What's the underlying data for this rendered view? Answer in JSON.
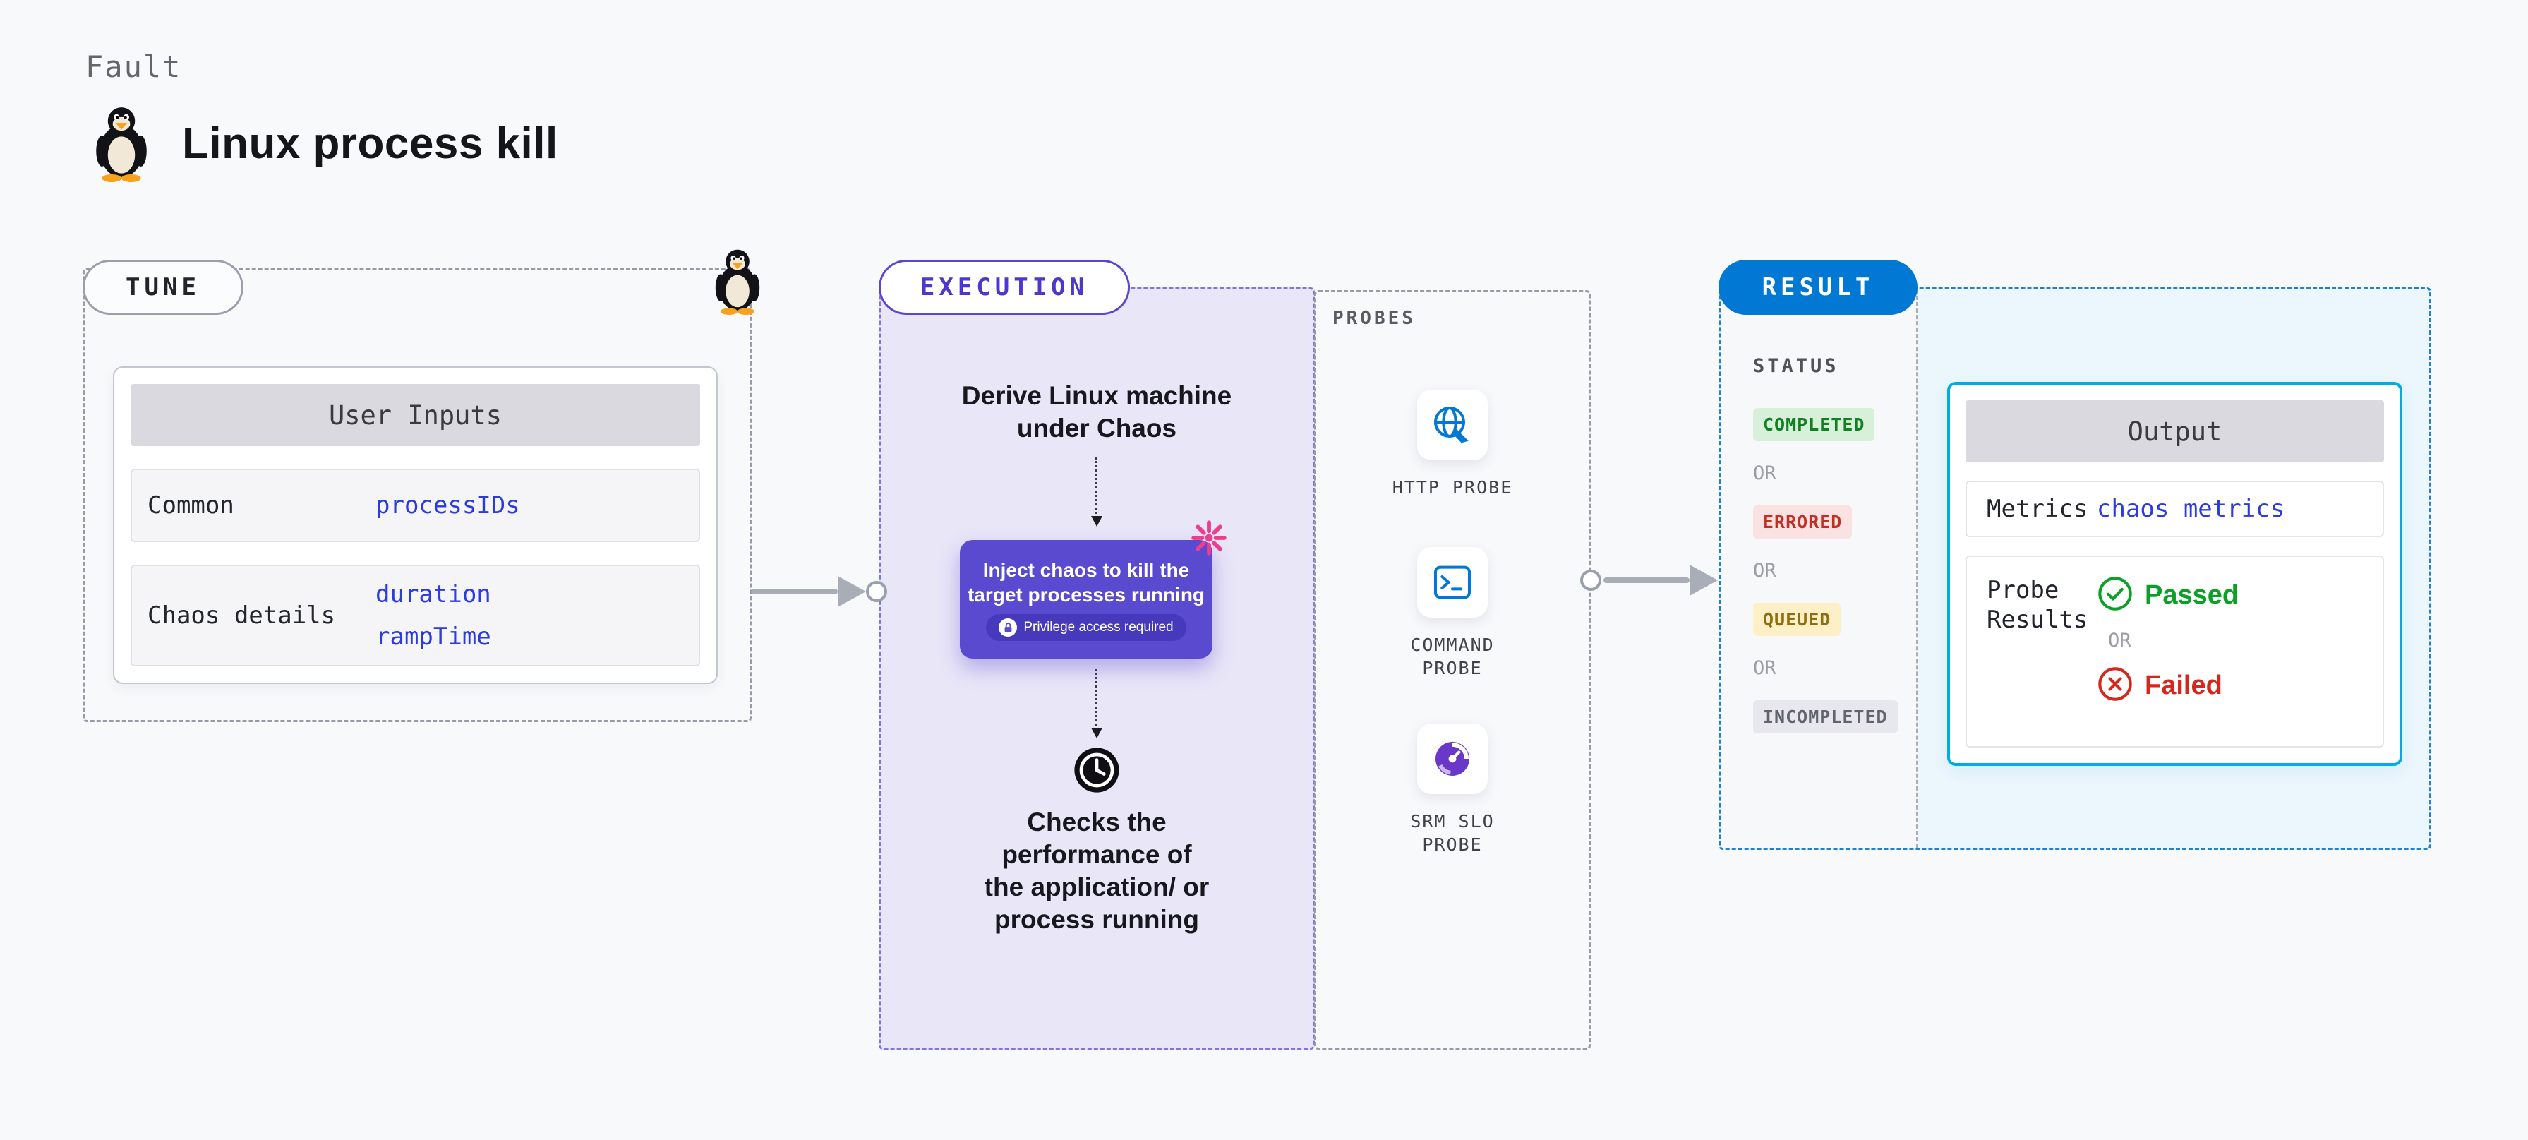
{
  "page": {
    "kicker": "Fault",
    "title": "Linux process kill"
  },
  "stages": {
    "tune_label": "TUNE",
    "execution_label": "EXECUTION",
    "result_label": "RESULT",
    "probes_label": "PROBES"
  },
  "tune": {
    "user_inputs": {
      "header": "User Inputs",
      "rows": [
        {
          "label": "Common",
          "values": [
            "processIDs"
          ]
        },
        {
          "label": "Chaos details",
          "values": [
            "duration",
            "rampTime"
          ]
        }
      ]
    }
  },
  "execution": {
    "derive_lines": [
      "Derive Linux machine",
      "under Chaos"
    ],
    "inject_lines": [
      "Inject chaos to kill the",
      "target processes running"
    ],
    "privilege_label": "Privilege access required",
    "checks_lines": [
      "Checks the",
      "performance of",
      "the application/ or",
      "process running"
    ]
  },
  "probes": {
    "items": [
      {
        "label": "HTTP PROBE",
        "icon": "http-probe-icon"
      },
      {
        "label": "COMMAND PROBE",
        "icon": "command-probe-icon"
      },
      {
        "label": "SRM SLO PROBE",
        "icon": "srm-slo-probe-icon"
      }
    ]
  },
  "result": {
    "status_label": "STATUS",
    "or_label": "OR",
    "statuses": [
      {
        "label": "COMPLETED",
        "type": "completed"
      },
      {
        "label": "ERRORED",
        "type": "errored"
      },
      {
        "label": "QUEUED",
        "type": "queued"
      },
      {
        "label": "INCOMPLETED",
        "type": "incompleted"
      }
    ],
    "output": {
      "header": "Output",
      "metrics_label": "Metrics",
      "metrics_value": "chaos metrics",
      "probe_results_label": "Probe Results",
      "passed_label": "Passed",
      "failed_label": "Failed"
    }
  },
  "colors": {
    "accent_blue": "#0278d5",
    "purple": "#5a4ad0",
    "code_blue": "#2b3bdf",
    "passed_green": "#0aa126",
    "failed_red": "#d6271c",
    "output_border": "#00ade0"
  }
}
